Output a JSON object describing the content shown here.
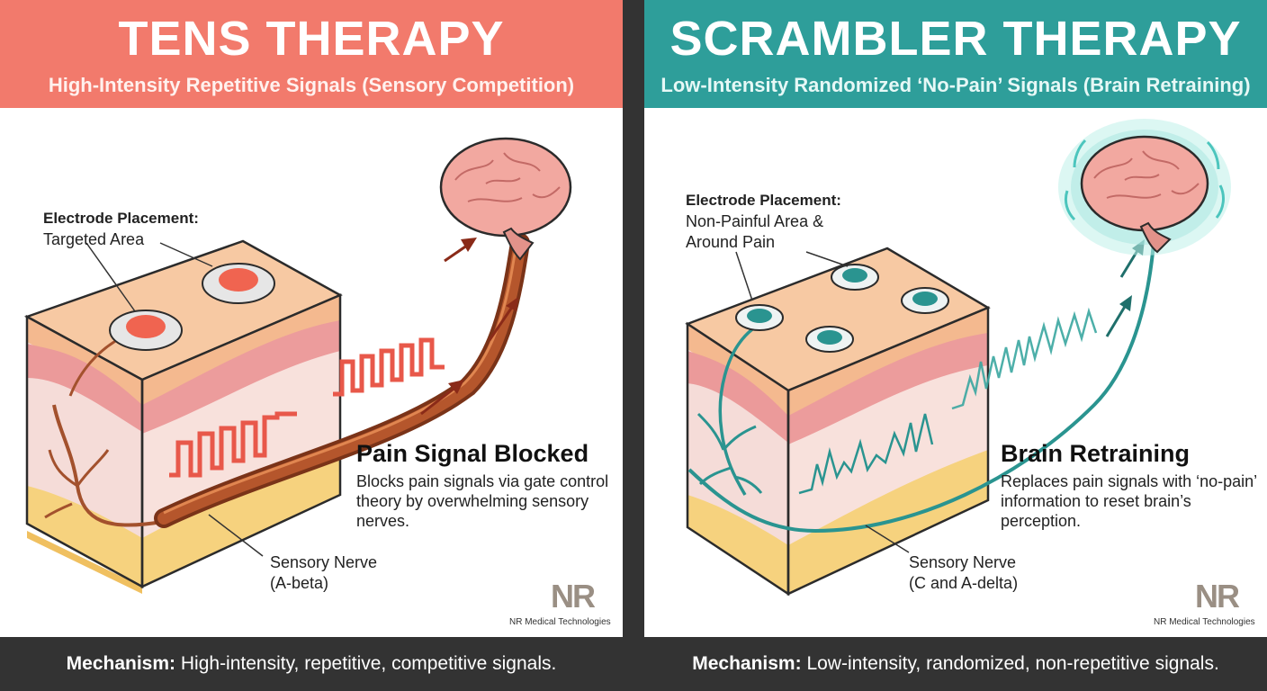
{
  "tens": {
    "title": "TENS THERAPY",
    "subtitle": "High-Intensity Repetitive Signals (Sensory Competition)",
    "electrode_heading": "Electrode Placement:",
    "electrode_text": "Targeted Area",
    "result_heading": "Pain Signal Blocked",
    "result_text": "Blocks pain signals via gate control theory by overwhelming sensory nerves.",
    "nerve_label_1": "Sensory Nerve",
    "nerve_label_2": "(A-beta)",
    "mechanism_label": "Mechanism:",
    "mechanism_text": "High-intensity, repetitive, competitive signals.",
    "accent": "#e8584a"
  },
  "scrambler": {
    "title": "SCRAMBLER THERAPY",
    "subtitle": "Low-Intensity Randomized ‘No-Pain’ Signals (Brain Retraining)",
    "electrode_heading": "Electrode Placement:",
    "electrode_text_1": "Non-Painful Area &",
    "electrode_text_2": "Around Pain",
    "result_heading": "Brain Retraining",
    "result_text": "Replaces pain signals with ‘no-pain’ information to reset brain’s perception.",
    "nerve_label_1": "Sensory Nerve",
    "nerve_label_2": "(C and A-delta)",
    "mechanism_label": "Mechanism:",
    "mechanism_text": "Low-intensity, randomized, non-repetitive signals.",
    "accent": "#2a9490"
  },
  "logo": {
    "mark": "NR",
    "company": "NR Medical Technologies"
  }
}
